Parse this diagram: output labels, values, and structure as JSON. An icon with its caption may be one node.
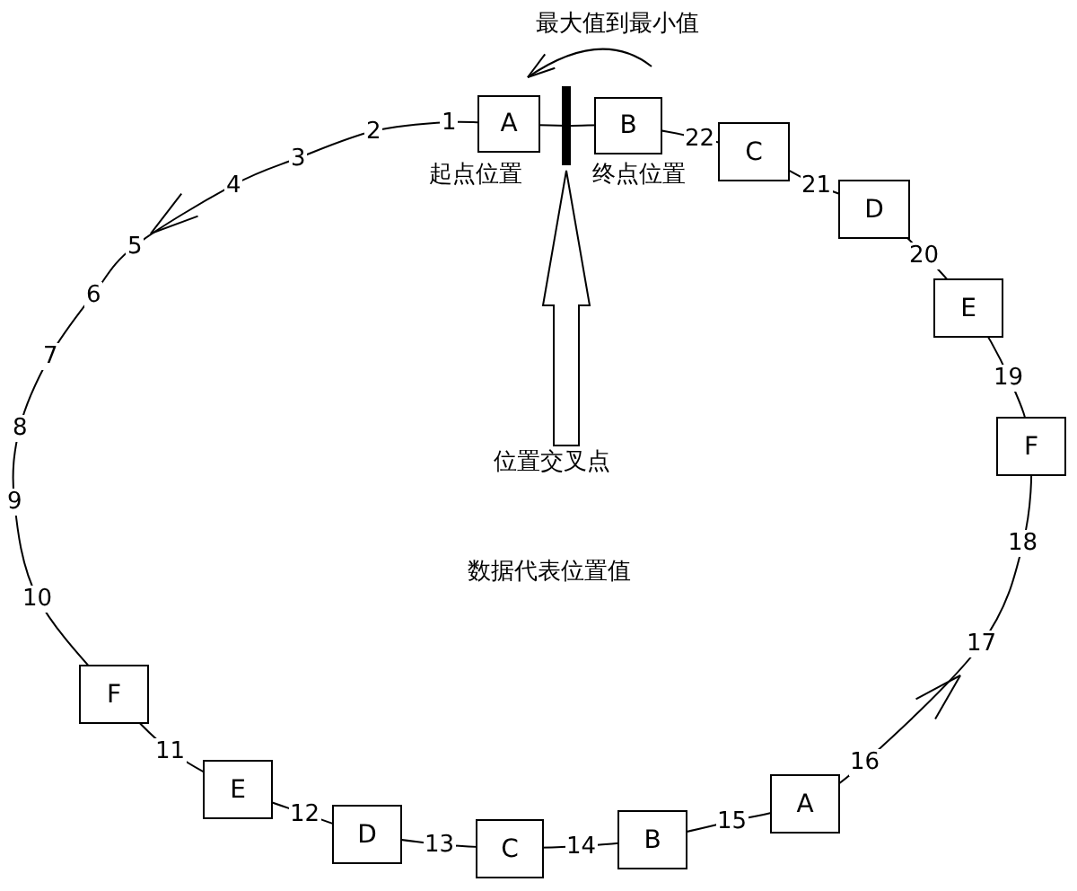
{
  "diagram": {
    "nodes": [
      {
        "text": [
          "A"
        ],
        "beside": [
          "起点位置"
        ]
      },
      {
        "text": [],
        "shape": "bar"
      },
      {
        "text": [
          "B"
        ],
        "beside": [
          "终点位置"
        ]
      },
      {
        "text": [
          "C"
        ]
      },
      {
        "text": [
          "D"
        ]
      },
      {
        "text": [
          "E"
        ]
      },
      {
        "text": [
          "F"
        ]
      },
      {
        "text": [
          "F"
        ]
      },
      {
        "text": [
          "E"
        ]
      },
      {
        "text": [
          "D"
        ]
      },
      {
        "text": [
          "C"
        ]
      },
      {
        "text": [
          "B"
        ]
      },
      {
        "text": [
          "A"
        ]
      },
      {
        "text": [
          "位置交叉点"
        ]
      }
    ],
    "edges": [
      {
        "from": 13,
        "to": 1,
        "arrow": "to"
      }
    ],
    "labels": [
      "最大值到最小值",
      "1",
      "2",
      "3",
      "4",
      "5",
      "6",
      "7",
      "8",
      "9",
      "10",
      "11",
      "12",
      "13",
      "14",
      "15",
      "16",
      "17",
      "18",
      "19",
      "20",
      "21",
      "22",
      "数据代表位置值"
    ]
  }
}
